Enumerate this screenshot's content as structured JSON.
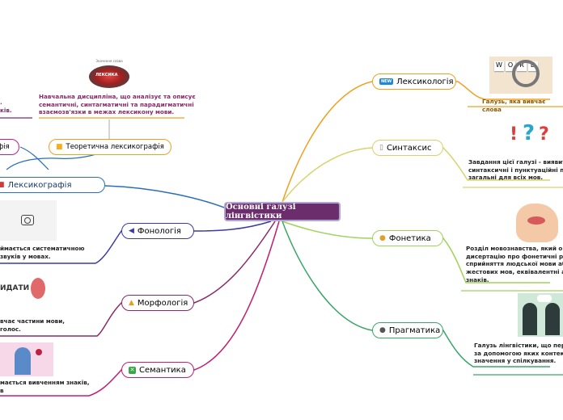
{
  "central": {
    "title": "Основні галузі лінгвістики"
  },
  "branches": {
    "lexicology": {
      "label": "Лексикологія",
      "icon_text": "NEW",
      "color": "#f0a020",
      "description": "Галузь, яка вивчає слова"
    },
    "syntax": {
      "label": "Синтаксис",
      "color": "#d7d36b",
      "description": "Завдання цієї галузі - виявити\nсинтаксичні і пунктуаційні пр\nзагальні для всіх мов."
    },
    "phonetics": {
      "label": "Фонетика",
      "color": "#9fd35a",
      "description": "Розділ мовознавства, який оки\nдисертацію про фонетичні рез\nсприйняття людської мови аб\nжестових мов, еквівалентні а\nзнаків."
    },
    "pragmatics": {
      "label": "Прагматика",
      "color": "#3aa66a",
      "description": "Галузь лінгвістики, що пер\nза допомогою яких контекс\nзначення у спілкування."
    },
    "lexicography": {
      "label": "Лексикографія",
      "color": "#2a6fb8",
      "sub_theoretical": {
        "label": "Теоретична лексикографія",
        "color": "#f0a020",
        "description": "Навчальна дисципліна, що аналізує та описує\nсемантичні, синтагматичні та парадигматичні\nвзаємозв'язки в межах лексикону мови."
      },
      "sub_practical": {
        "label": "фія",
        "color": "#c02090"
      },
      "left_text": ".\nків."
    },
    "phonology": {
      "label": "Фонологія",
      "color": "#3b3aa0",
      "description": "ймається систематичною\nзвуків у мовах."
    },
    "morphology": {
      "label": "Морфологія",
      "color": "#8a2a6a",
      "description": "вчає частини мови,\nголос.",
      "pic_text": "ИДАТИ"
    },
    "semantics": {
      "label": "Семантика",
      "color": "#c02070",
      "description": "мається вивченням знаків,\nв"
    }
  },
  "images": {
    "wordcloud_title": "Значення слова",
    "wordcloud_word": "ЛЕКСИКА",
    "word_tiles": [
      "W",
      "O",
      "R",
      "D"
    ],
    "syntax_marks": [
      "!",
      "?"
    ]
  }
}
